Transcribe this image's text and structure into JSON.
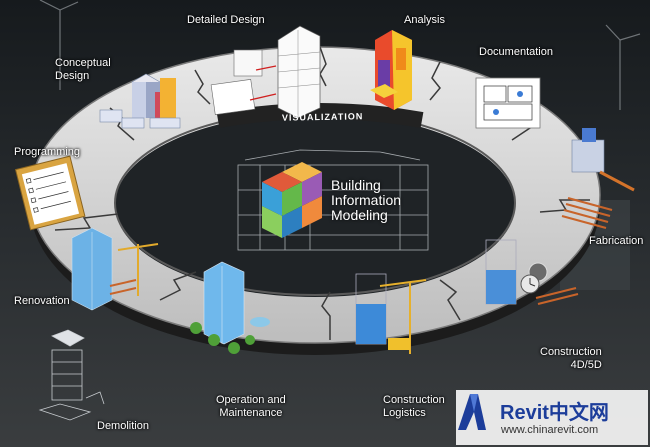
{
  "center": {
    "line1": "Building",
    "line2": "Information",
    "line3": "Modeling"
  },
  "ring_caption": "VISUALIZATION",
  "stages": [
    {
      "id": "conceptual-design",
      "lines": [
        "Conceptual",
        "Design"
      ]
    },
    {
      "id": "detailed-design",
      "lines": [
        "Detailed Design"
      ]
    },
    {
      "id": "analysis",
      "lines": [
        "Analysis"
      ]
    },
    {
      "id": "documentation",
      "lines": [
        "Documentation"
      ]
    },
    {
      "id": "fabrication",
      "lines": [
        "Fabrication"
      ]
    },
    {
      "id": "construction-4d-5d",
      "lines": [
        "Construction",
        "4D/5D"
      ]
    },
    {
      "id": "construction-logistics",
      "lines": [
        "Construction",
        "Logistics"
      ]
    },
    {
      "id": "operation-maintenance",
      "lines": [
        "Operation and",
        "Maintenance"
      ]
    },
    {
      "id": "demolition",
      "lines": [
        "Demolition"
      ]
    },
    {
      "id": "renovation",
      "lines": [
        "Renovation"
      ]
    },
    {
      "id": "programming",
      "lines": [
        "Programming"
      ]
    }
  ],
  "watermark": {
    "brand": "Revit中文网",
    "url": "www.chinarevit.com"
  },
  "colors": {
    "ring": "#d6d6d6",
    "ring_edge": "#6a6a6a",
    "background": "#0e1012",
    "watermark_blue": "#1c3d9a"
  }
}
